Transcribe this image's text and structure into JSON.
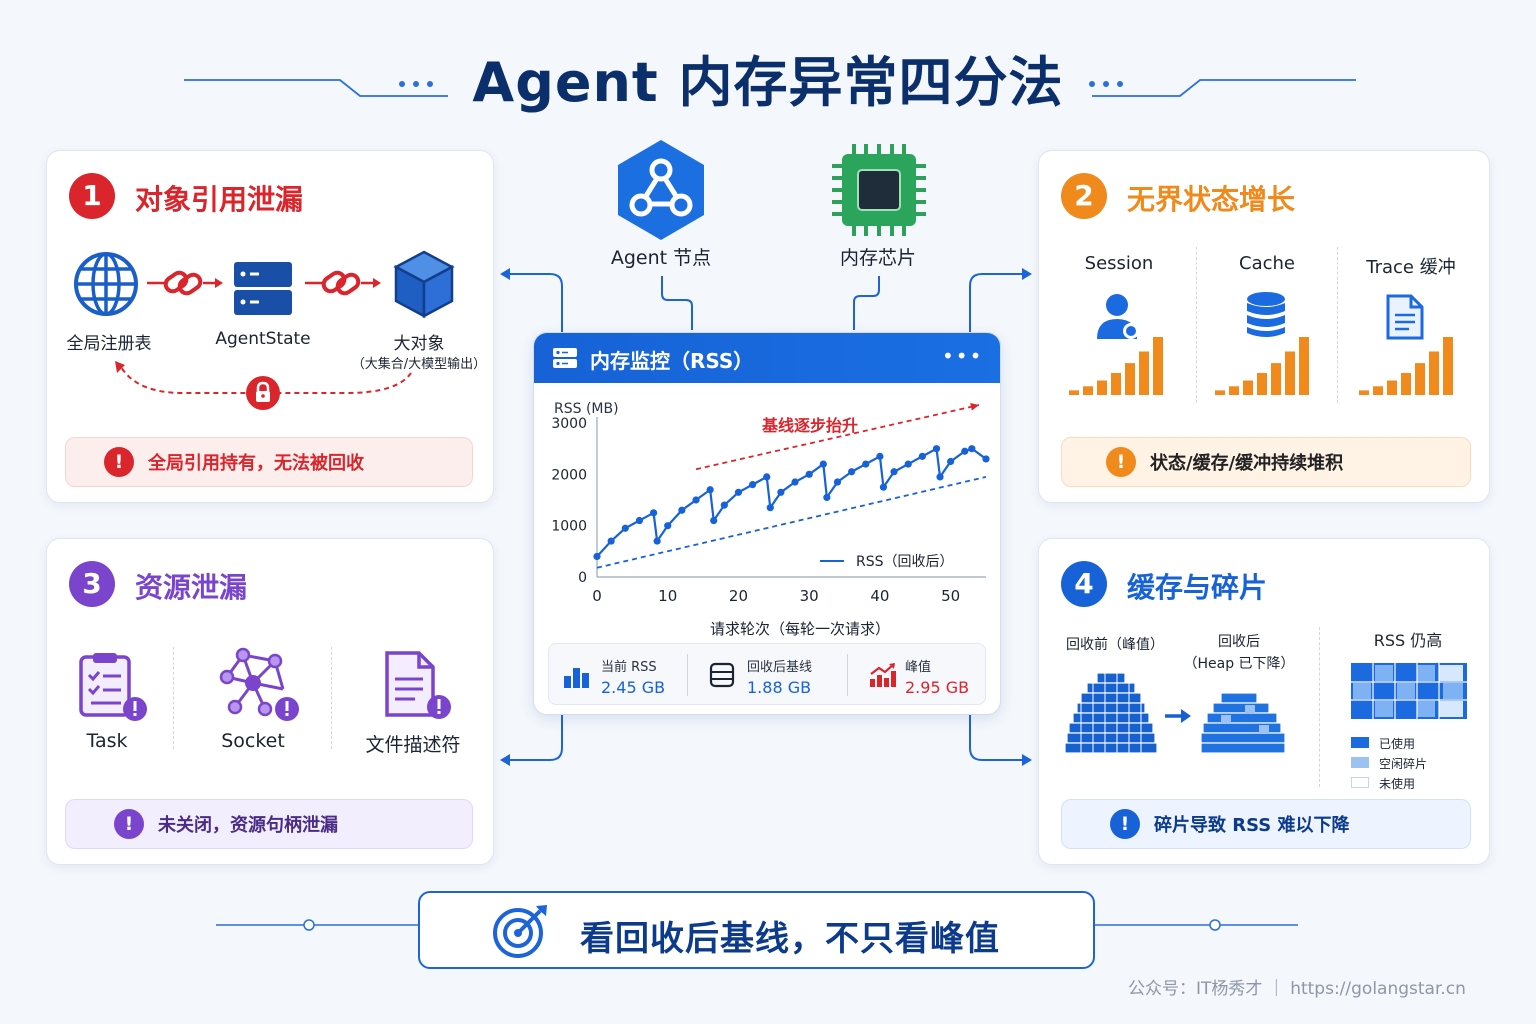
{
  "title": "Agent 内存异常四分法",
  "colors": {
    "red": "#d9252b",
    "orange": "#f08a1c",
    "purple": "#7a45cc",
    "blue": "#1662d6",
    "navy": "#0b2f6b"
  },
  "top_icons": {
    "agent_label": "Agent 节点",
    "chip_label": "内存芯片"
  },
  "card1": {
    "number": "1",
    "title": "对象引用泄漏",
    "items": [
      "全局注册表",
      "AgentState",
      "大对象"
    ],
    "sublabel": "（大集合/大模型输出）",
    "alert": "全局引用持有，无法被回收",
    "icons": [
      "globe-icon",
      "link-icon",
      "server-icon",
      "cube-icon",
      "lock-icon"
    ]
  },
  "card2": {
    "number": "2",
    "title": "无界状态增长",
    "columns": [
      "Session",
      "Cache",
      "Trace 缓冲"
    ],
    "bars": [
      0.08,
      0.15,
      0.25,
      0.38,
      0.55,
      0.75,
      1.0
    ],
    "alert": "状态/缓存/缓冲持续堆积",
    "icons": [
      "user-icon",
      "database-icon",
      "document-icon"
    ]
  },
  "card3": {
    "number": "3",
    "title": "资源泄漏",
    "items": [
      "Task",
      "Socket",
      "文件描述符"
    ],
    "alert": "未关闭，资源句柄泄漏",
    "icons": [
      "clipboard-icon",
      "network-icon",
      "file-icon"
    ]
  },
  "card4": {
    "number": "4",
    "title": "缓存与碎片",
    "before_label": "回收前（峰值）",
    "after_label_1": "回收后",
    "after_label_2": "（Heap 已下降）",
    "rss_label": "RSS 仍高",
    "legend": [
      "已使用",
      "空闲碎片",
      "未使用"
    ],
    "alert": "碎片导致 RSS 难以下降"
  },
  "monitor": {
    "title": "内存监控（RSS）",
    "more": "•••",
    "annotation": "基线逐步抬升",
    "legend": "RSS（回收后）",
    "stats": [
      {
        "label": "当前 RSS",
        "value": "2.45 GB",
        "icon": "bar-chart-icon"
      },
      {
        "label": "回收后基线",
        "value": "1.88 GB",
        "icon": "storage-icon"
      },
      {
        "label": "峰值",
        "value": "2.95 GB",
        "icon": "trend-up-icon"
      }
    ]
  },
  "chart_data": {
    "type": "line",
    "title": "",
    "xlabel": "请求轮次（每轮一次请求）",
    "ylabel": "RSS (MB)",
    "xlim": [
      0,
      55
    ],
    "ylim": [
      0,
      3000
    ],
    "xticks": [
      0,
      10,
      20,
      30,
      40,
      50
    ],
    "yticks": [
      0,
      1000,
      2000,
      3000
    ],
    "series": [
      {
        "name": "RSS（回收后）",
        "x": [
          0,
          2,
          4,
          6,
          8,
          8.5,
          10,
          12,
          14,
          16,
          16.5,
          18,
          20,
          22,
          24,
          24.5,
          26,
          28,
          30,
          32,
          32.5,
          34,
          36,
          38,
          40,
          40.5,
          42,
          44,
          46,
          48,
          48.5,
          50,
          52,
          53,
          55
        ],
        "y": [
          400,
          700,
          950,
          1100,
          1250,
          700,
          1000,
          1300,
          1500,
          1700,
          1100,
          1400,
          1650,
          1800,
          1950,
          1350,
          1650,
          1850,
          2000,
          2200,
          1550,
          1850,
          2050,
          2200,
          2350,
          1750,
          2050,
          2200,
          2350,
          2500,
          1950,
          2250,
          2450,
          2500,
          2300
        ]
      },
      {
        "name": "",
        "style": "dashed-blue",
        "x": [
          0,
          55
        ],
        "y": [
          180,
          1950
        ]
      },
      {
        "name": "",
        "style": "dashed-red",
        "x": [
          14,
          54
        ],
        "y": [
          2100,
          3350
        ]
      }
    ],
    "annotations": [
      "基线逐步抬升"
    ],
    "grid": false,
    "legend_position": "bottom-right"
  },
  "banner": {
    "text": "看回收后基线，不只看峰值"
  },
  "footer": "公众号：IT杨秀才 ｜ https://golangstar.cn"
}
